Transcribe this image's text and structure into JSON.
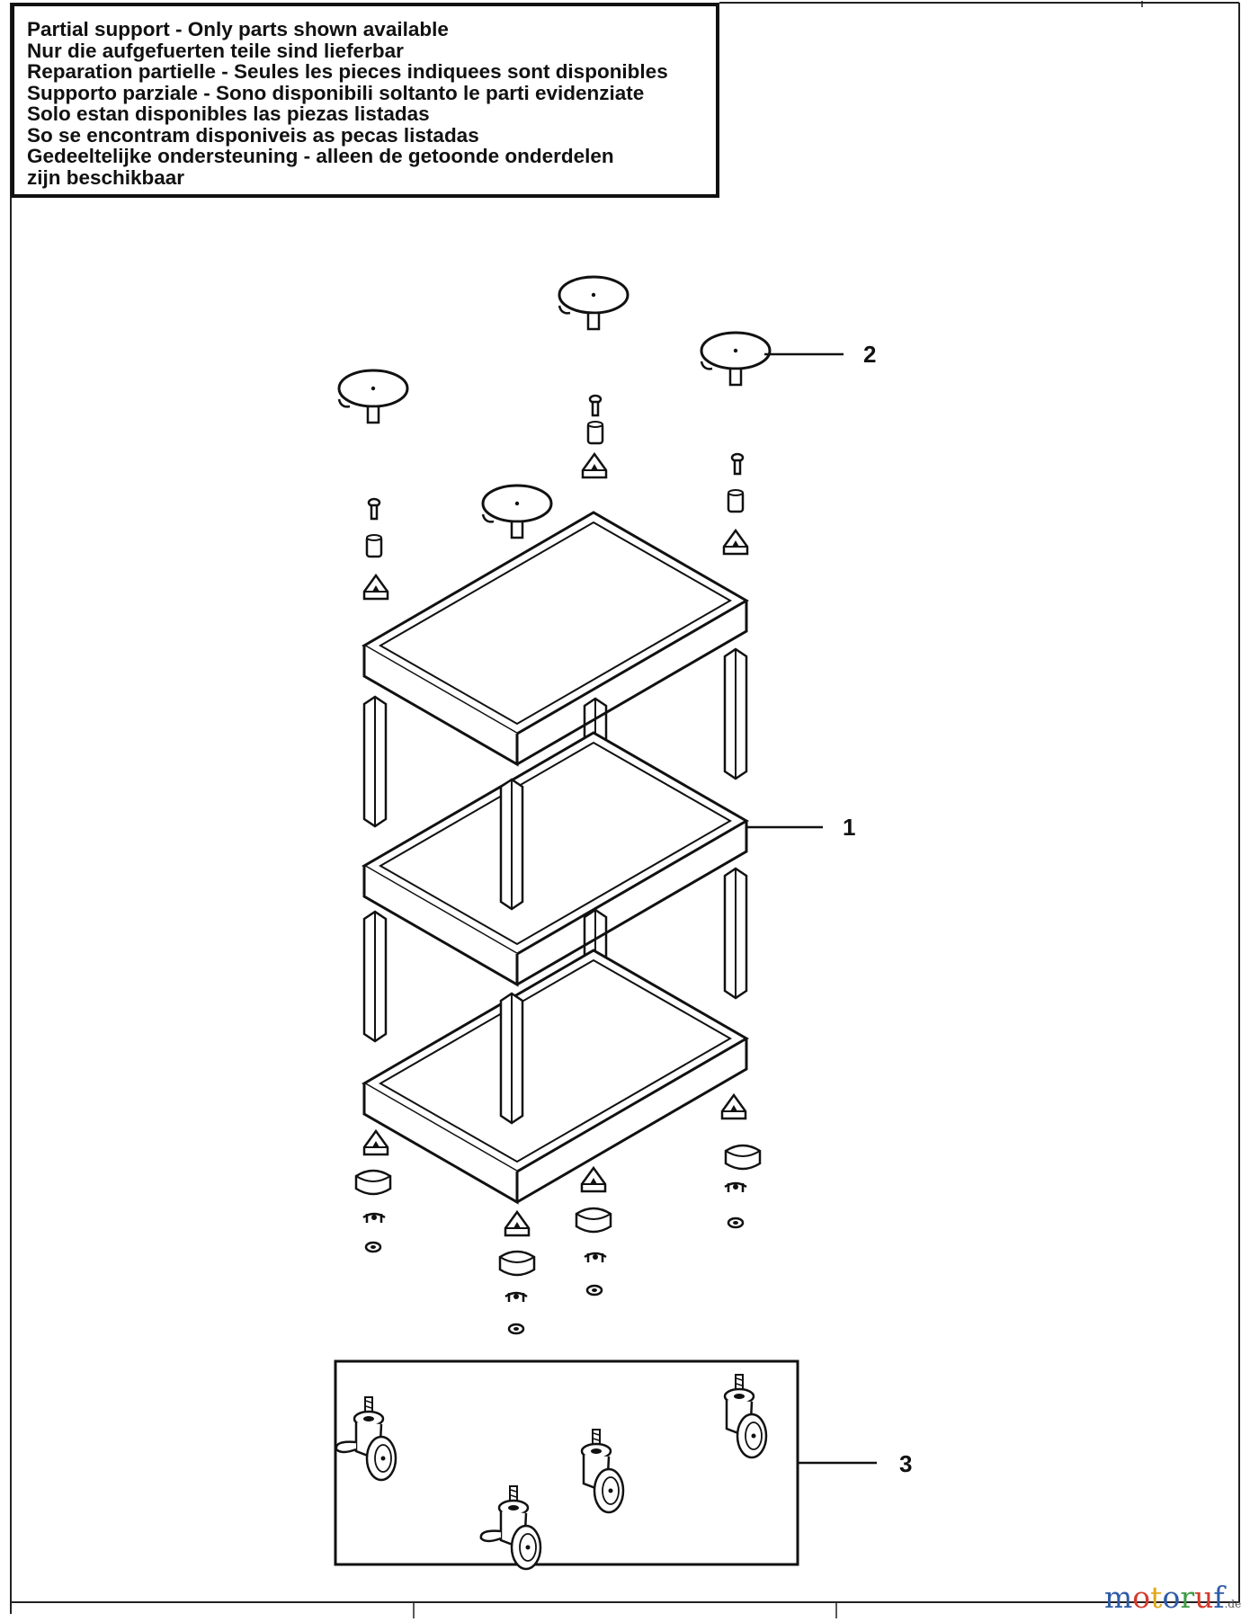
{
  "notice": {
    "lines": [
      "Partial support - Only parts shown available",
      "Nur die aufgefuerten teile sind lieferbar",
      "Reparation partielle - Seules les pieces indiquees sont disponibles",
      "Supporto parziale - Sono disponibili soltanto le parti evidenziate",
      "Solo estan disponibles las piezas listadas",
      "So se encontram disponiveis as pecas listadas",
      "Gedeeltelijke ondersteuning - alleen de getoonde onderdelen",
      "zijn beschikbaar"
    ]
  },
  "callouts": {
    "tray_assembly": "1",
    "top_cap": "2",
    "caster_set": "3"
  },
  "watermark": {
    "letters": [
      "m",
      "o",
      "t",
      "o",
      "r",
      "u",
      "f"
    ],
    "colors": [
      "#2e5aa8",
      "#d33b2c",
      "#e2a81c",
      "#2e5aa8",
      "#3d9b45",
      "#d33b2c",
      "#2e5aa8"
    ],
    "suffix": ".de"
  },
  "icons": {
    "cap": "round-cap-icon",
    "bolt": "bolt-icon",
    "sleeve": "sleeve-icon",
    "corner": "corner-bracket-icon",
    "wheel": "caster-wheel-icon"
  }
}
